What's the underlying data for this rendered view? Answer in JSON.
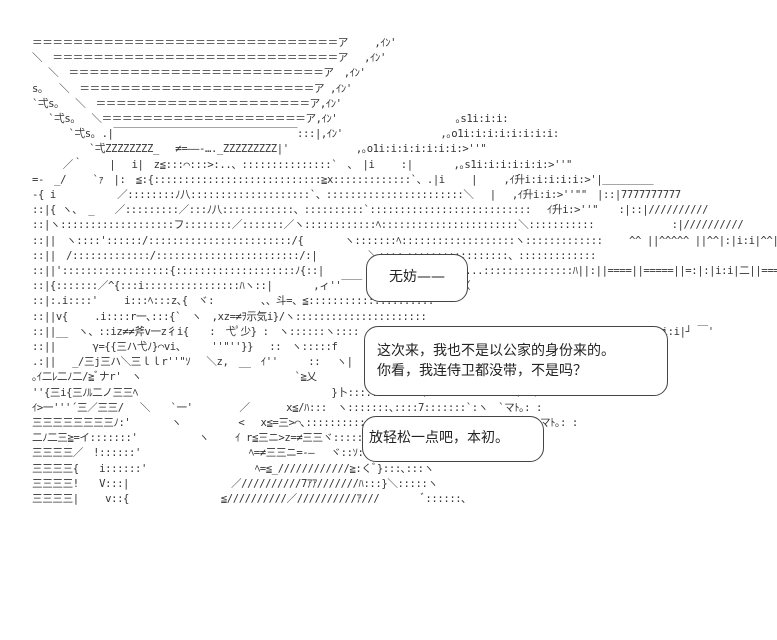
{
  "art": {
    "description": "Shift-JIS ASCII art scene (AA) with speech bubbles",
    "lines": [
      "＝＝＝＝＝＝＝＝＝＝＝＝＝＝＝＝＝＝＝＝＝＝＝＝＝＝＝＝＝＝ア　　 ,ｲﾝ'",
      "＼　＝＝＝＝＝＝＝＝＝＝＝＝＝＝＝＝＝＝＝＝＝＝＝＝＝＝＝＝ア　 ,ｲﾝ'",
      "　 ＼　＝＝＝＝＝＝＝＝＝＝＝＝＝＝＝＝＝＝＝＝＝＝＝＝＝ア　,ｲﾝ'",
      "s｡　 ＼　＝＝＝＝＝＝＝＝＝＝＝＝＝＝＝＝＝＝＝＝＝＝＝ア ,ｲﾝ'",
      "`弌s｡　 ＼　＝＝＝＝＝＝＝＝＝＝＝＝＝＝＝＝＝＝＝＝＝ア,ｲﾝ'",
      "　 `弌s｡　 ＼＝＝＝＝＝＝＝＝＝＝＝＝＝＝＝＝＝＝＝＝ア,ｲﾝ'　　　　　　　　　　　 ｡s1i:i:i:",
      "　　　 `弌s｡ .|￣￣￣￣￣￣￣￣￣￣￣￣￣￣￣￣￣￣:::|,ｲﾝ'　　　　　　　　　 ,｡o1i:i:i:i:i:i:i:i:",
      "　　　　　 `弌ZZZZZZZZ_　 ≠=――-…._ZZZZZZZZZ|'　　　　　　 ,｡o1i:i:i:i:i:i:i:>''\"",
      "　　　／｀　　 |　 i|　z≦:::⌒:::>:..、:::::::::::::::`　、　|i　　 :|　　　　,｡s1i:i:i:i:i:i:>''\"",
      "=-　_/　　 `ｧ　|:　≦:{::::::::::::::::::::::::::::≧x:::::::::::::`、.|i　　 |　　 ,ｲ升i:i:i:i:i:>'|＿＿＿＿＿",
      "-{ i　　　　　　／::::::::ﾉ八::::::::::::::::::::`、:::::::::::::::::::::::＼　 |　 ,ｲ升i:i:>''\"\"　|::|7777777777",
      "::|{ ヽ、 _　　／:::::::::／:::ﾉ八::::::::::::、::::::::::`:::::::::::::::::::::::::::　 ｲ升i:>''\"　　:|::|//////////",
      "::|ヽ:::::::::::::::::::フ::::::::／:::::::／ヽ::::::::::::ﾍ:::::::::::::::::::::::＼:::::::::::　　　　　　　 :|//////////",
      "::||　ヽ::::'::::::/::::::::::::::::::::::::/{　　　　ヽ:::::::ﾍ:::::::::::::::::::ヽ:::::::::::::　　 ^^ ||^^^^^ ||^^|:|i:i|^^||^^^^^ ||^",
      "::||　/:::::::::::::/::::::::::::::::::::::::/:|　　　　　＼:::ヽ:::::::::::::::::、:::::::::::::　　　　　　　　　　　　",
      "::||'::::::::::::::::::{::::::::::::::::::::ﾉ{::|　　　　　　　`< ヽ:::=z―-...:::::::::::::::ﾊ||:||====||=====||=:|:|i:i|二||=====||=",
      "::|{:::::::／^{:::i::::::::::::::::ﾊヽ::|　　　　,ィ''￣￣　v:::::二::::::`〈",
      "::|:.i::::'　　 i:::ﾍ:::z､{　ヾ:　　　　 、、斗=、≦:::::::::::::::::::::",
      "::||v{　　 .i::::r一､:::{`　ヽ　,xz=≠ｦ示気i}/ヽ::::::::::::::::::::::",
      "::||__　ヽ、::iz≠≠斧v一z彳i{　　:　弋ﾟ少} :　ヽ::::::ヽ::::　ヽ　V:::::::/::::::::::::::::::::ヽ: : : :≧s｡,_|:|i:i|┘ ￣'",
      "::||　　　 γ={{三ハ弋ﾉ}⌒vi、　　　''\"''}}　 ::　ヽ:::::f",
      ".:||　 _/三j三ハ＼三ｌｌr''\"ｿ　 ＼z,　__　ｲ''　　　::　 ヽ|",
      "｡ｲ二ﾚ二ﾉ二/≧ﾞナr'　ヽ　　　　　　　　　　　　　　　`≧乂",
      "''{三i{三ﾉﾙ二ノ三三ﾍ　　　　　　　　　　　　　　　　　　　}卜::::::::ヽ:::／::::::::::::::／ ﾄ.",
      "ｲ>一'''´三／三三/　 ＼　　`一'　　　　 ／　　　 x≦/ﾊ:::　ヽ:::::::､::::7:::::::`:ヽ　`マﾄ｡: :",
      "三三三三三三三三ﾉ:'　　　　ヽ　　　　　 <　 x≦=三>⌒､:::::::::::＼::::V:::::::::::::::::ﾊ　 `マﾄ｡: :",
      "二ﾉ二三≧=イ:::::::'　　　　　　ヽ　　 ｲ r≦三ニ>z=≠三三ヾ:::::::::ヽ:i､:::::::::::}::::}",
      "三三三三／　!::::::'　　　　　　　　　　 ﾍ=≠三三ニ=-―　 ヾ::ｿ::ヽ:::＼:ﾉ::ﾉ",
      "三三三三{　　i::::::'　　　　　　　　　　 ﾍ=≦_////////////≧:くﾞ}:::､:::ヽ",
      "三三三三!　　V:::|　　　　　　　　　　／//////////7ｱｱ///////ﾊ:::}＼:::::ヽ",
      "三三三三|　　 v::{　　　　　　　　　≦//////////／//////////ｱ///　　　　ﾞ::::::､"
    ]
  },
  "bubbles": [
    {
      "speaker": "small",
      "text": "无妨——"
    },
    {
      "speaker": "main",
      "lines": [
        "这次来，我也不是以公家的身份来的。",
        "你看，我连侍卫都没带，不是吗？"
      ]
    },
    {
      "speaker": "reply",
      "text": "放轻松一点吧，本初。"
    }
  ]
}
